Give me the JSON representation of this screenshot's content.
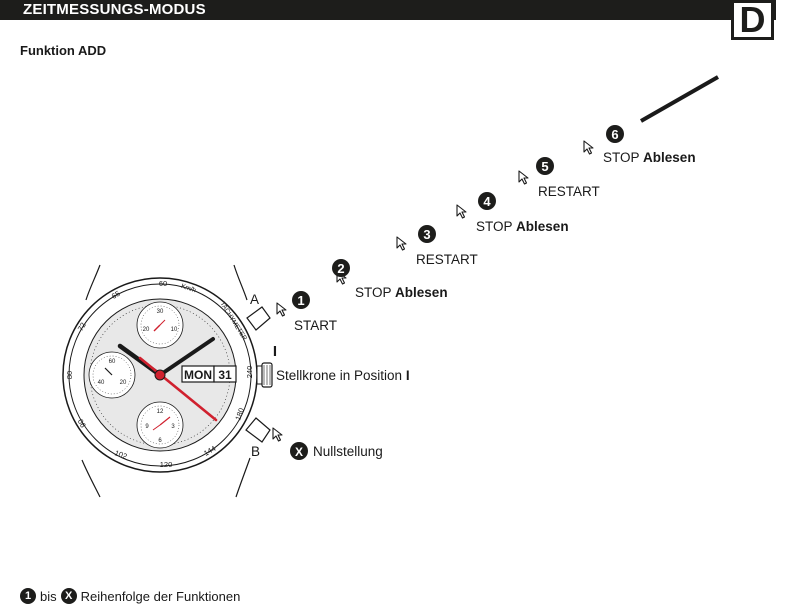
{
  "header": {
    "title": "ZEITMESSUNGS-MODUS",
    "lang": "D"
  },
  "subtitle": "Funktion ADD",
  "steps": [
    {
      "num": "1",
      "label": "START",
      "extra": ""
    },
    {
      "num": "2",
      "label": "STOP",
      "extra": "Ablesen"
    },
    {
      "num": "3",
      "label": "RESTART",
      "extra": ""
    },
    {
      "num": "4",
      "label": "STOP",
      "extra": "Ablesen"
    },
    {
      "num": "5",
      "label": "RESTART",
      "extra": ""
    },
    {
      "num": "6",
      "label": "STOP",
      "extra": "Ablesen"
    }
  ],
  "reset": {
    "num": "X",
    "label": "Nullstellung"
  },
  "crown": {
    "label": "Stellkrone in Position ",
    "position": "I",
    "marker": "I"
  },
  "pushers": {
    "a": "A",
    "b": "B"
  },
  "watch": {
    "date": "MON",
    "day": "31",
    "unit": "Km/h",
    "bezel_text": "TACHYMETER",
    "bezel_numbers": [
      "60",
      "65",
      "72",
      "80",
      "90",
      "102",
      "120",
      "144",
      "180",
      "240"
    ],
    "sub_top": [
      "30",
      "20",
      "10"
    ],
    "sub_left": [
      "60",
      "40",
      "20"
    ],
    "sub_bottom": [
      "12",
      "9",
      "3",
      "6"
    ],
    "hand_color": "#d0202e"
  },
  "footer": {
    "from": "1",
    "word": "bis",
    "to": "X",
    "text": "Reihenfolge der Funktionen"
  }
}
